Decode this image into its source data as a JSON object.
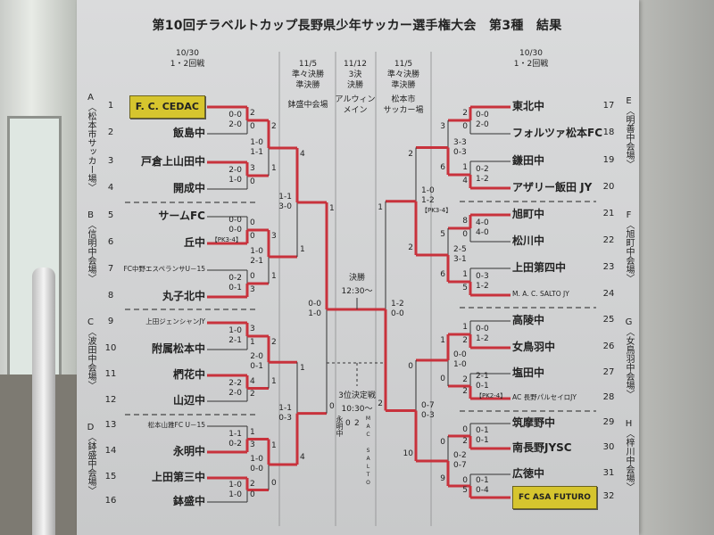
{
  "title": "第10回チラベルトカップ長野県少年サッカー選手権大会　第3種　結果",
  "headers": {
    "left_r1": {
      "date": "10/30",
      "round": "1・2回戦"
    },
    "left_qf": {
      "date": "11/5",
      "round1": "準々決勝",
      "round2": "準決勝",
      "venue": "鉢盛中会場"
    },
    "final": {
      "date": "11/12",
      "round1": "3決",
      "round2": "決勝",
      "venue1": "アルウィン",
      "venue2": "メイン"
    },
    "right_qf": {
      "date": "11/5",
      "round1": "準々決勝",
      "round2": "準決勝",
      "venue1": "松本市",
      "venue2": "サッカー場"
    },
    "right_r1": {
      "date": "10/30",
      "round": "1・2回戦"
    }
  },
  "venues": {
    "left": [
      "A〈松本市サッカー場〉",
      "B〈信明中会場〉",
      "C〈波田中会場〉",
      "D〈鉢盛中会場〉"
    ],
    "right": [
      "E〈明善中会場〉",
      "F〈旭町中会場〉",
      "G〈女鳥羽中会場〉",
      "H〈梓川中会場〉"
    ]
  },
  "left_teams": [
    {
      "num": "1",
      "name": "F. C. CEDAC",
      "highlight": true
    },
    {
      "num": "2",
      "name": "飯島中"
    },
    {
      "num": "3",
      "name": "戸倉上山田中"
    },
    {
      "num": "4",
      "name": "開成中"
    },
    {
      "num": "5",
      "name": "サームFC"
    },
    {
      "num": "6",
      "name": "丘中"
    },
    {
      "num": "7",
      "name": "FC中野エスペランサU－15"
    },
    {
      "num": "8",
      "name": "丸子北中"
    },
    {
      "num": "9",
      "name": "上田ジェンシャンJY"
    },
    {
      "num": "10",
      "name": "附属松本中"
    },
    {
      "num": "11",
      "name": "椚花中"
    },
    {
      "num": "12",
      "name": "山辺中"
    },
    {
      "num": "13",
      "name": "松本山雅FC U－15"
    },
    {
      "num": "14",
      "name": "永明中"
    },
    {
      "num": "15",
      "name": "上田第三中"
    },
    {
      "num": "16",
      "name": "鉢盛中"
    }
  ],
  "right_teams": [
    {
      "num": "17",
      "name": "東北中"
    },
    {
      "num": "18",
      "name": "フォルツァ松本FC"
    },
    {
      "num": "19",
      "name": "鎌田中"
    },
    {
      "num": "20",
      "name": "アザリー飯田 JY"
    },
    {
      "num": "21",
      "name": "旭町中"
    },
    {
      "num": "22",
      "name": "松川中"
    },
    {
      "num": "23",
      "name": "上田第四中"
    },
    {
      "num": "24",
      "name": "M. A. C. SALTO JY"
    },
    {
      "num": "25",
      "name": "高陵中"
    },
    {
      "num": "26",
      "name": "女鳥羽中"
    },
    {
      "num": "27",
      "name": "塩田中"
    },
    {
      "num": "28",
      "name": "AC 長野パルセイロJY"
    },
    {
      "num": "29",
      "name": "筑摩野中"
    },
    {
      "num": "30",
      "name": "南長野JYSC"
    },
    {
      "num": "31",
      "name": "広徳中"
    },
    {
      "num": "32",
      "name": "FC ASA FUTURO",
      "highlight": true
    }
  ],
  "left_rounds": [
    [
      {
        "goals": [
          "2",
          "0"
        ],
        "halves": [
          "0-0",
          "2-0"
        ],
        "winner": 0
      },
      {
        "goals": [
          "3",
          "0"
        ],
        "halves": [
          "2-0",
          "1-0"
        ],
        "winner": 0
      },
      {
        "goals": [
          "0",
          "0"
        ],
        "halves": [
          "0-0",
          "0-0",
          "【PK3-4】"
        ],
        "winner": 1
      },
      {
        "goals": [
          "0",
          "3"
        ],
        "halves": [
          "0-2",
          "0-1"
        ],
        "winner": 1
      },
      {
        "goals": [
          "3",
          "1"
        ],
        "halves": [
          "1-0",
          "2-1"
        ],
        "winner": 0
      },
      {
        "goals": [
          "4",
          "2"
        ],
        "halves": [
          "2-2",
          "2-0"
        ],
        "winner": 0
      },
      {
        "goals": [
          "1",
          "3"
        ],
        "halves": [
          "1-1",
          "0-2"
        ],
        "winner": 1
      },
      {
        "goals": [
          "2",
          "0"
        ],
        "halves": [
          "1-0",
          "1-0"
        ],
        "winner": 0
      }
    ],
    [
      {
        "goals": [
          "2",
          "1"
        ],
        "halves": [
          "1-0",
          "1-1"
        ],
        "winner": 0
      },
      {
        "goals": [
          "3",
          "1"
        ],
        "halves": [
          "1-0",
          "2-1"
        ],
        "winner": 0
      },
      {
        "goals": [
          "2",
          "1"
        ],
        "halves": [
          "2-0",
          "0-1"
        ],
        "winner": 0
      },
      {
        "goals": [
          "1",
          "0"
        ],
        "halves": [
          "1-0",
          "0-0"
        ],
        "winner": 0
      }
    ],
    [
      {
        "goals": [
          "4",
          "1"
        ],
        "halves": [
          "1-1",
          "3-0"
        ],
        "winner": 0
      },
      {
        "goals": [
          "1",
          "4"
        ],
        "halves": [
          "1-1",
          "0-3"
        ],
        "winner": 1
      }
    ],
    [
      {
        "goals": [
          "1",
          "0"
        ],
        "halves": [
          "0-0",
          "1-0"
        ],
        "winner": 0
      }
    ]
  ],
  "right_rounds": [
    [
      {
        "goals": [
          "2",
          "0"
        ],
        "halves": [
          "0-0",
          "2-0"
        ],
        "winner": 0
      },
      {
        "goals": [
          "1",
          "4"
        ],
        "halves": [
          "0-2",
          "1-2"
        ],
        "winner": 1
      },
      {
        "goals": [
          "8",
          "0"
        ],
        "halves": [
          "4-0",
          "4-0"
        ],
        "winner": 0
      },
      {
        "goals": [
          "1",
          "5"
        ],
        "halves": [
          "0-3",
          "1-2"
        ],
        "winner": 1
      },
      {
        "goals": [
          "1",
          "2"
        ],
        "halves": [
          "0-0",
          "1-2"
        ],
        "winner": 1
      },
      {
        "goals": [
          "2",
          "2"
        ],
        "halves": [
          "2-1",
          "0-1",
          "【PK2-4】"
        ],
        "winner": 1
      },
      {
        "goals": [
          "0",
          "2"
        ],
        "halves": [
          "0-1",
          "0-1"
        ],
        "winner": 1
      },
      {
        "goals": [
          "0",
          "5"
        ],
        "halves": [
          "0-1",
          "0-4"
        ],
        "winner": 1
      }
    ],
    [
      {
        "goals": [
          "3",
          "6"
        ],
        "halves": [
          "3-3",
          "0-3"
        ],
        "winner": 1
      },
      {
        "goals": [
          "5",
          "6"
        ],
        "halves": [
          "2-5",
          "3-1"
        ],
        "winner": 1
      },
      {
        "goals": [
          "1",
          "0"
        ],
        "halves": [
          "0-0",
          "1-0"
        ],
        "winner": 0
      },
      {
        "goals": [
          "0",
          "9"
        ],
        "halves": [
          "0-2",
          "0-7"
        ],
        "winner": 1
      }
    ],
    [
      {
        "goals": [
          "2",
          "2"
        ],
        "halves": [
          "1-0",
          "1-2",
          "【PK3-4】"
        ],
        "winner": 1
      },
      {
        "goals": [
          "0",
          "10"
        ],
        "halves": [
          "0-7",
          "0-3"
        ],
        "winner": 1
      }
    ],
    [
      {
        "goals": [
          "1",
          "2"
        ],
        "halves": [
          "1-2",
          "0-0"
        ],
        "winner": 1
      }
    ]
  ],
  "final": {
    "label": "決勝",
    "time": "12:30〜"
  },
  "third_place": {
    "label": "3位決定戦",
    "time": "10:30〜",
    "left_team": "永明中",
    "right_team": "MAC SALTO",
    "scores": [
      "0",
      "2"
    ]
  },
  "colors": {
    "winner_line": "#c8323c",
    "line": "#333333",
    "highlight": "#d6c52e"
  }
}
